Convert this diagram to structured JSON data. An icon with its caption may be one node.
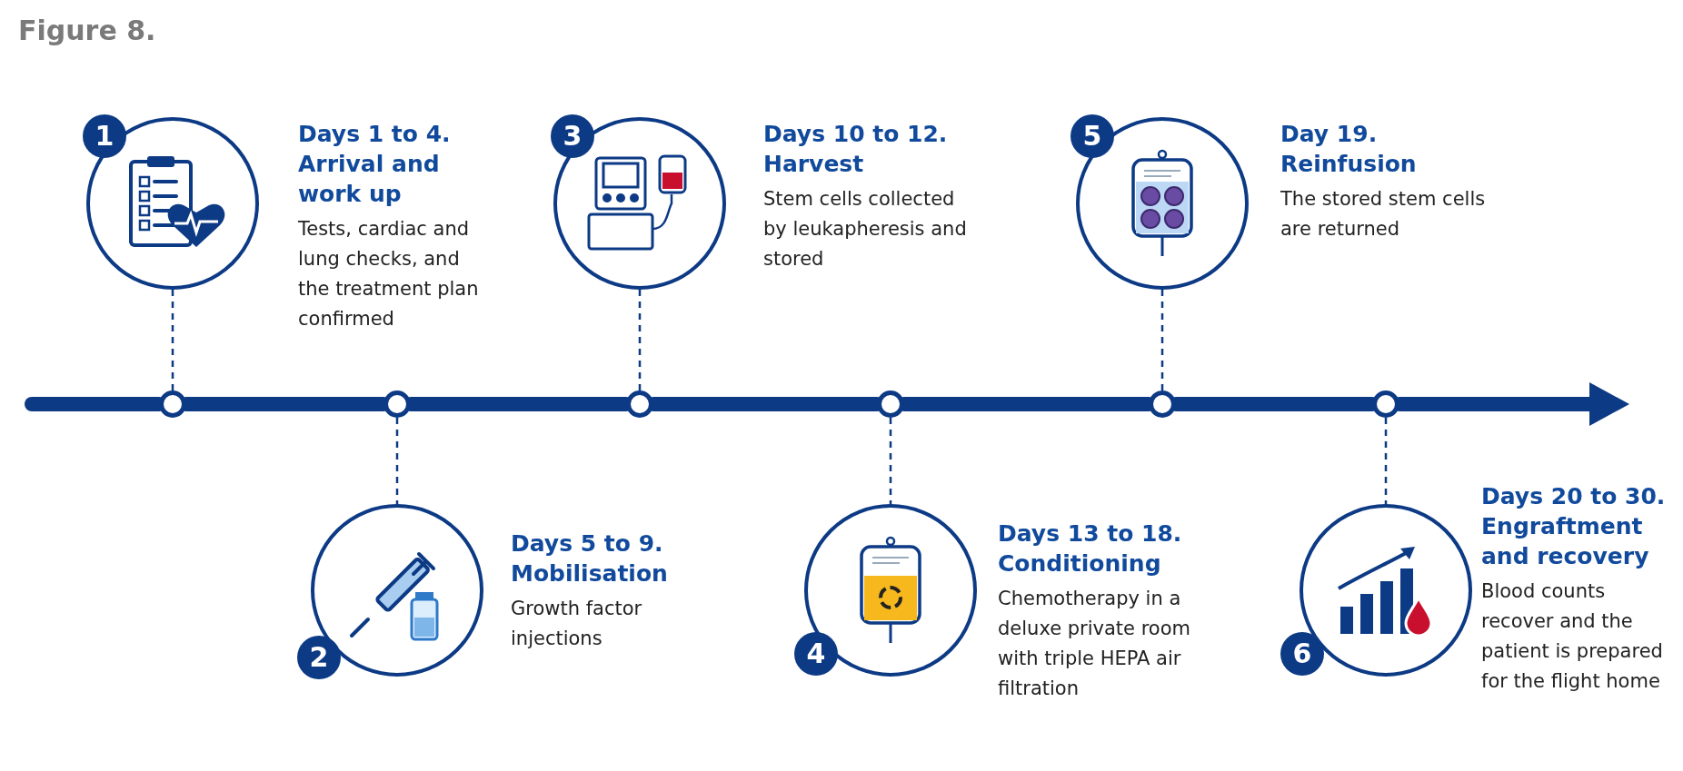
{
  "diagram": {
    "title": "Figure 8.",
    "nodes": [
      {
        "text": [
          "1",
          "Days 1 to 4. Arrival and work up",
          "Tests, cardiac and lung checks, and the treatment plan confirmed"
        ]
      },
      {
        "text": [
          "2",
          "Days 5 to 9. Mobilisation",
          "Growth factor injections"
        ]
      },
      {
        "text": [
          "3",
          "Days 10 to 12. Harvest",
          "Stem cells collected by leukapheresis and stored"
        ]
      },
      {
        "text": [
          "4",
          "Days 13 to 18. Conditioning",
          "Chemotherapy in a deluxe private room with triple HEPA air filtration"
        ]
      },
      {
        "text": [
          "5",
          "Day 19. Reinfusion",
          "The stored stem cells are returned"
        ]
      },
      {
        "text": [
          "6",
          "Days 20 to 30. Engraftment and recovery",
          "Blood counts recover and the patient is prepared for the flight home"
        ]
      },
      {
        "text": [],
        "shape": "circle"
      },
      {
        "text": [],
        "shape": "circle"
      },
      {
        "text": [],
        "shape": "circle"
      },
      {
        "text": [],
        "shape": "circle"
      },
      {
        "text": [],
        "shape": "circle"
      },
      {
        "text": [],
        "shape": "circle"
      }
    ],
    "edges": [
      {
        "from": 0,
        "to": 6,
        "arrow": "none",
        "style": "dashed"
      },
      {
        "from": 7,
        "to": 1,
        "arrow": "none",
        "style": "dashed"
      },
      {
        "from": 2,
        "to": 8,
        "arrow": "none",
        "style": "dashed"
      },
      {
        "from": 9,
        "to": 3,
        "arrow": "none",
        "style": "dashed"
      },
      {
        "from": 4,
        "to": 10,
        "arrow": "none",
        "style": "dashed"
      },
      {
        "from": 11,
        "to": 5,
        "arrow": "none",
        "style": "dashed"
      },
      {
        "from": null,
        "to": 6,
        "arrow": "none"
      },
      {
        "from": 6,
        "to": 7,
        "arrow": "none"
      },
      {
        "from": 7,
        "to": 8,
        "arrow": "none"
      },
      {
        "from": 8,
        "to": 9,
        "arrow": "none"
      },
      {
        "from": 9,
        "to": 10,
        "arrow": "none"
      },
      {
        "from": 10,
        "to": 11,
        "arrow": "none"
      },
      {
        "from": 11,
        "to": null,
        "arrow": "to"
      }
    ]
  }
}
